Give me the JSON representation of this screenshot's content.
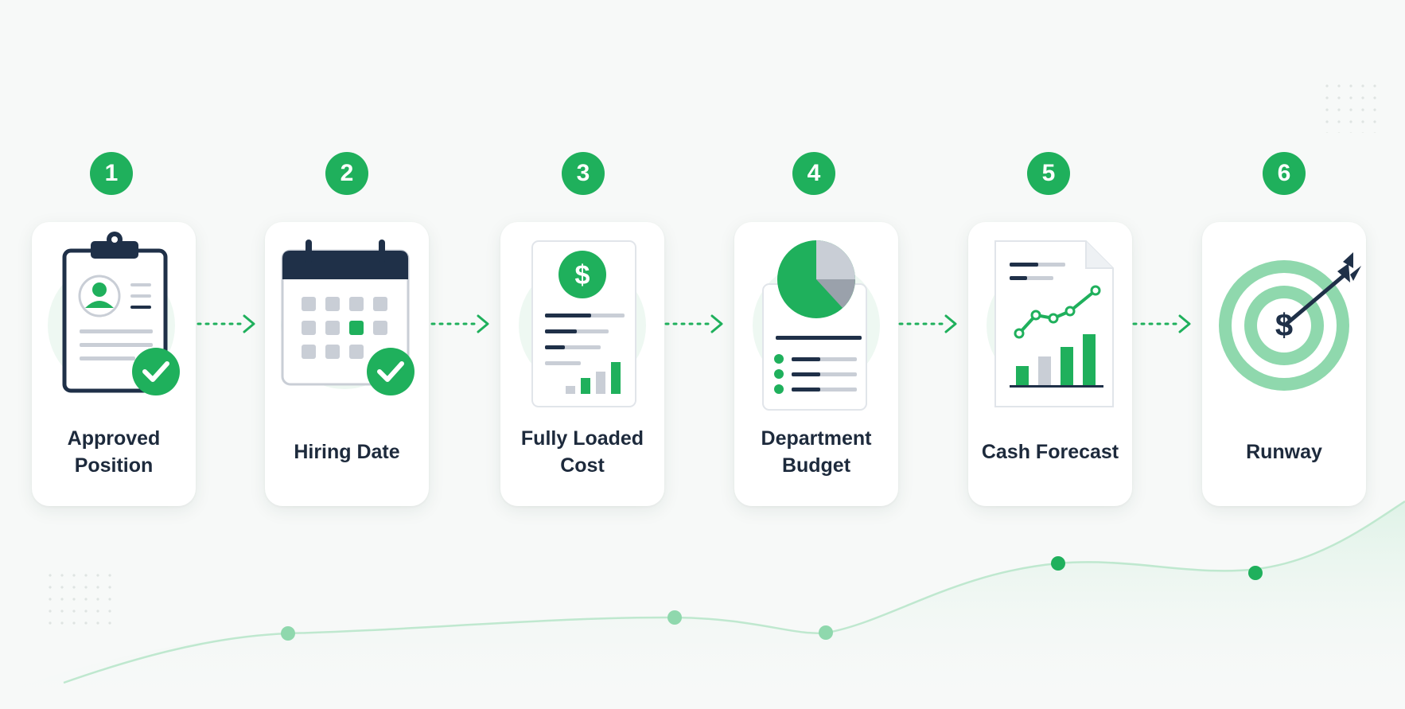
{
  "colors": {
    "accent": "#1fb05c",
    "accent_light": "#8fd8ad",
    "navy": "#1f3048",
    "gray": "#b7bcc4",
    "card": "#ffffff",
    "background": "#f7f9f8"
  },
  "steps": [
    {
      "number": "1",
      "label": "Approved Position",
      "icon": "clipboard-check-icon"
    },
    {
      "number": "2",
      "label": "Hiring Date",
      "icon": "calendar-check-icon"
    },
    {
      "number": "3",
      "label": "Fully Loaded Cost",
      "icon": "dollar-report-icon"
    },
    {
      "number": "4",
      "label": "Department Budget",
      "icon": "pie-chart-report-icon"
    },
    {
      "number": "5",
      "label": "Cash Forecast",
      "icon": "forecast-chart-icon"
    },
    {
      "number": "6",
      "label": "Runway",
      "icon": "target-dollar-icon"
    }
  ]
}
